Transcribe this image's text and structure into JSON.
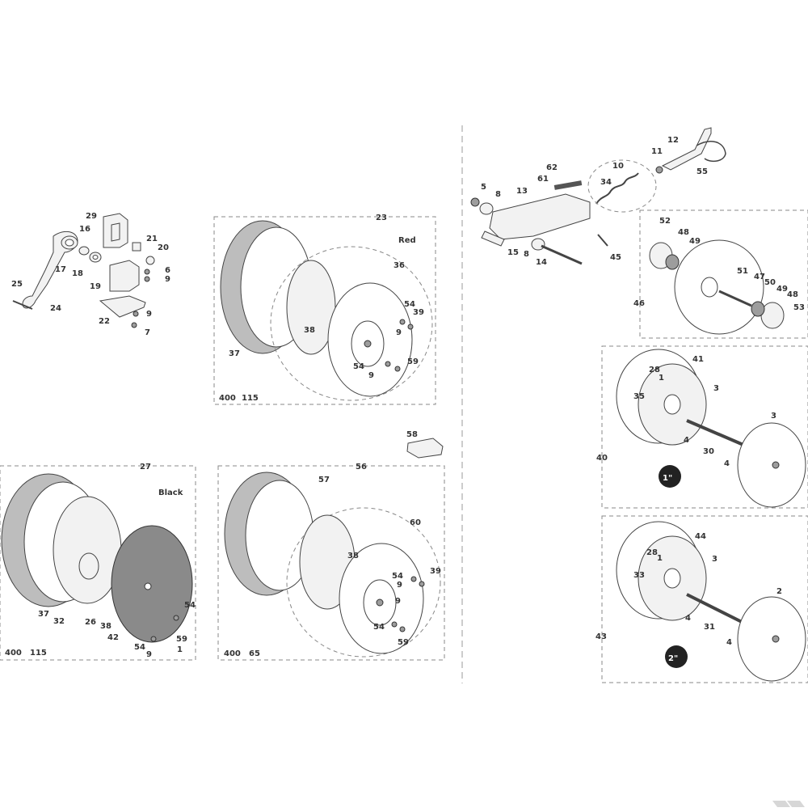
{
  "labels": {
    "p1": "1",
    "p2": "2",
    "p3": "3",
    "p4": "4",
    "p5": "5",
    "p6": "6",
    "p7": "7",
    "p8": "8",
    "p9": "9",
    "p10": "10",
    "p11": "11",
    "p12": "12",
    "p13": "13",
    "p14": "14",
    "p15": "15",
    "p16": "16",
    "p17": "17",
    "p18": "18",
    "p19": "19",
    "p20": "20",
    "p21": "21",
    "p22": "22",
    "p23": "23",
    "p24": "24",
    "p25": "25",
    "p26": "26",
    "p27": "27",
    "p28": "28",
    "p29": "29",
    "p30": "30",
    "p31": "31",
    "p32": "32",
    "p33": "33",
    "p34": "34",
    "p35": "35",
    "p36": "36",
    "p37": "37",
    "p38": "38",
    "p39": "39",
    "p40": "40",
    "p41": "41",
    "p42": "42",
    "p43": "43",
    "p44": "44",
    "p45": "45",
    "p46": "46",
    "p47": "47",
    "p48": "48",
    "p49": "49",
    "p50": "50",
    "p51": "51",
    "p52": "52",
    "p53": "53",
    "p54": "54",
    "p55": "55",
    "p56": "56",
    "p57": "57",
    "p58": "58",
    "p59": "59",
    "p60": "60",
    "p61": "61",
    "p62": "62"
  },
  "captions": {
    "red": "Red",
    "black": "Black",
    "size_400": "400",
    "size_115": "115",
    "size_65": "65",
    "one_inch": "1\"",
    "two_inch": "2\""
  }
}
